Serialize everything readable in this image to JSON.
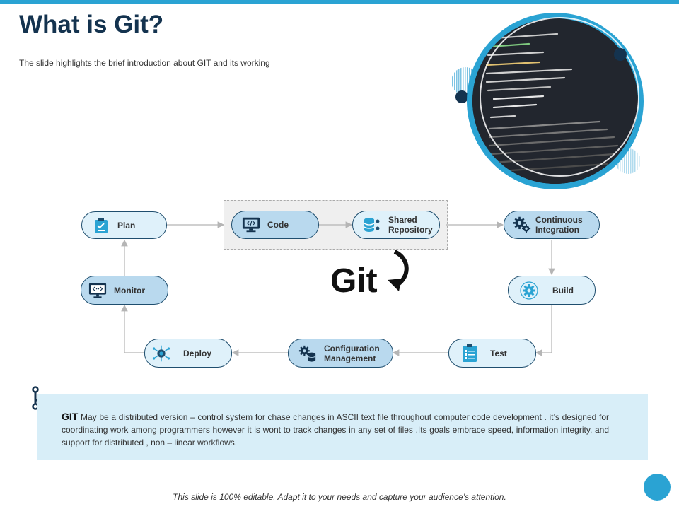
{
  "header": {
    "title": "What is Git?",
    "subtitle": "The slide highlights the brief introduction about GIT and its working"
  },
  "diagram": {
    "center_label": "Git",
    "nodes": {
      "plan": "Plan",
      "code": "Code",
      "shared_repository": "Shared Repository",
      "continuous_integration": "Continuous Integration",
      "build": "Build",
      "test": "Test",
      "configuration_management": "Configuration Management",
      "deploy": "Deploy",
      "monitor": "Monitor"
    },
    "icons": {
      "plan": "clipboard-icon",
      "code": "code-monitor-icon",
      "shared_repository": "database-icon",
      "continuous_integration": "gears-icon",
      "build": "gear-icon",
      "test": "checklist-icon",
      "configuration_management": "gear-database-icon",
      "deploy": "network-hub-icon",
      "monitor": "code-monitor-icon"
    },
    "flow": [
      [
        "plan",
        "code"
      ],
      [
        "code",
        "shared_repository"
      ],
      [
        "shared_repository",
        "continuous_integration"
      ],
      [
        "continuous_integration",
        "build"
      ],
      [
        "build",
        "test"
      ],
      [
        "test",
        "configuration_management"
      ],
      [
        "configuration_management",
        "deploy"
      ],
      [
        "deploy",
        "monitor"
      ],
      [
        "monitor",
        "plan"
      ]
    ]
  },
  "info": {
    "lead": "GIT",
    "text": " May be a distributed version  – control system for chase changes in ASCII text file throughout computer code development  . it’s designed for coordinating work among programmers however it is wont to track changes in any set of files .Its goals embrace speed, information integrity, and support for distributed , non – linear workflows."
  },
  "footer": "This slide is 100% editable. Adapt it to your needs and capture your audience’s attention.",
  "colors": {
    "accent": "#2aa3d3",
    "title": "#14334f",
    "node_border": "#1f4e6e",
    "node_light": "#dff1fa",
    "node_mid": "#b9d9ee",
    "info_bg": "#d8eef8"
  }
}
